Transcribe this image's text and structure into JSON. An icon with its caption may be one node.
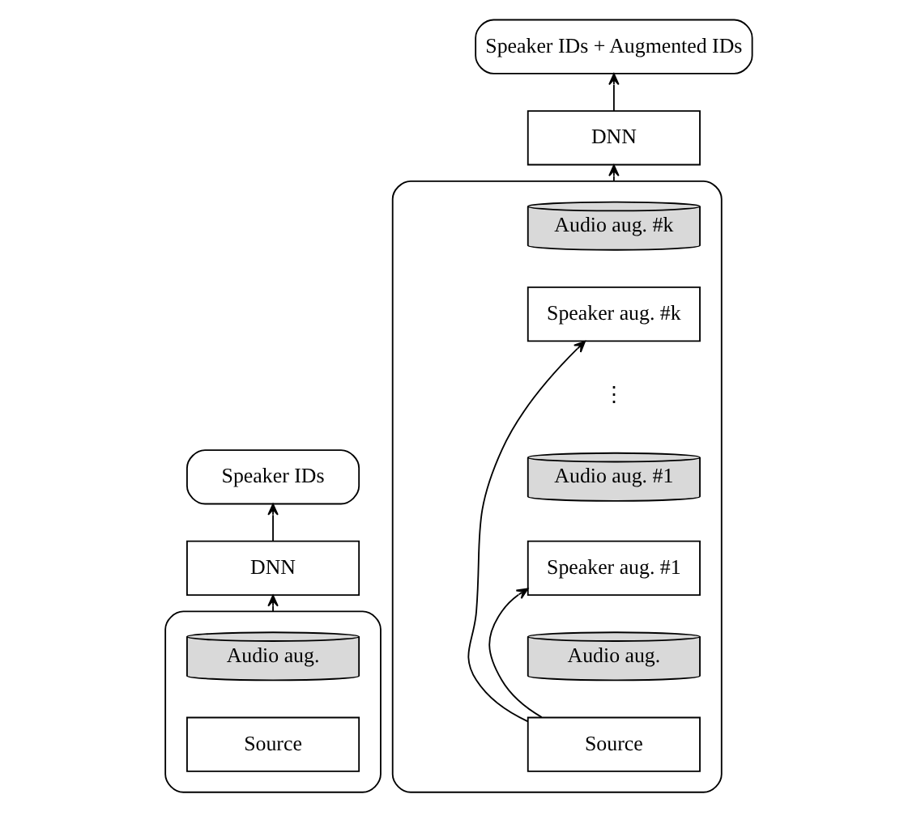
{
  "diagram": {
    "nodes": [
      {
        "text": [
          "Speaker IDs"
        ]
      },
      {
        "text": [
          "DNN"
        ]
      },
      {
        "text": [],
        "shape": "box"
      },
      {
        "text": [
          "Audio aug."
        ],
        "in": 2
      },
      {
        "text": [
          "Source"
        ],
        "in": 2
      },
      {
        "text": [
          "Speaker IDs + Augmented IDs"
        ]
      },
      {
        "text": [
          "DNN"
        ]
      },
      {
        "text": [],
        "shape": "box"
      },
      {
        "text": [
          "Audio aug. #k"
        ],
        "in": 7
      },
      {
        "text": [
          "Speaker aug. #k"
        ],
        "in": 7
      },
      {
        "text": [
          "Audio aug. #1"
        ],
        "in": 7
      },
      {
        "text": [
          "Speaker aug. #1"
        ],
        "in": 7
      },
      {
        "text": [
          "Audio aug."
        ],
        "in": 7
      },
      {
        "text": [
          "Source"
        ],
        "in": 7
      }
    ],
    "edges": [
      {
        "from": 1,
        "to": 0,
        "arrow": "to"
      },
      {
        "from": 2,
        "to": 1,
        "arrow": "to"
      },
      {
        "from": 6,
        "to": 5,
        "arrow": "to"
      },
      {
        "from": 7,
        "to": 6,
        "arrow": "to"
      },
      {
        "from": 13,
        "to": 9,
        "arrow": "to"
      },
      {
        "from": 13,
        "to": 11,
        "arrow": "to"
      }
    ],
    "labels": [
      "⋮"
    ]
  }
}
